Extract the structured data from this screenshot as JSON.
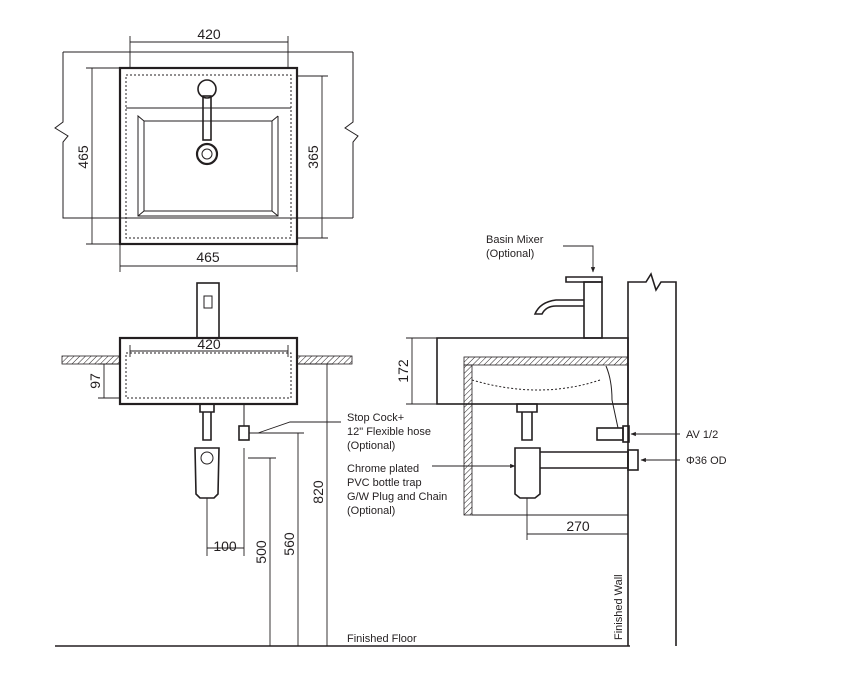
{
  "dimensions": {
    "top_width": "420",
    "top_depth_left": "465",
    "inner_depth": "365",
    "bottom_width": "465",
    "front_width": "420",
    "rim_height": "97",
    "side_height": "172",
    "tap_offset": "100",
    "h500": "500",
    "h560": "560",
    "h820": "820",
    "wall_depth": "270"
  },
  "labels": {
    "stop_cock": [
      "Stop Cock+",
      "12\" Flexible hose",
      "(Optional)"
    ],
    "trap": [
      "Chrome plated",
      "PVC bottle trap",
      "G/W Plug and Chain",
      "(Optional)"
    ],
    "basin_mixer": [
      "Basin Mixer",
      "(Optional)"
    ],
    "av": "AV 1/2",
    "od": "Φ36 OD",
    "finished_floor": "Finished Floor",
    "finished_wall": "Finished Wall"
  },
  "colors": {
    "line": "#231f20",
    "background": "#ffffff"
  }
}
